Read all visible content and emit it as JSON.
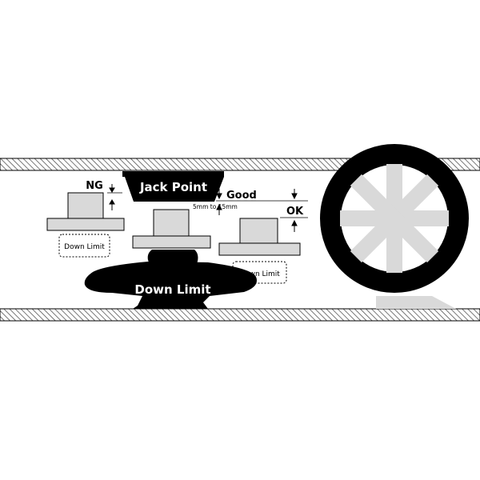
{
  "labels": {
    "jack_point": "Jack Point",
    "down_limit_main": "Down Limit",
    "ng": "NG",
    "good": "Good",
    "ok": "OK",
    "range": "5mm to 15mm",
    "box_left": "Down Limit",
    "box_right": "Down Limit"
  },
  "colors": {
    "hatch_line": "#555555",
    "part_fill": "#d9d9d9",
    "wheel": "#000000",
    "spoke": "#d9d9d9"
  },
  "icons": {
    "wheel": "wheel-icon",
    "jack": "jack-icon"
  }
}
